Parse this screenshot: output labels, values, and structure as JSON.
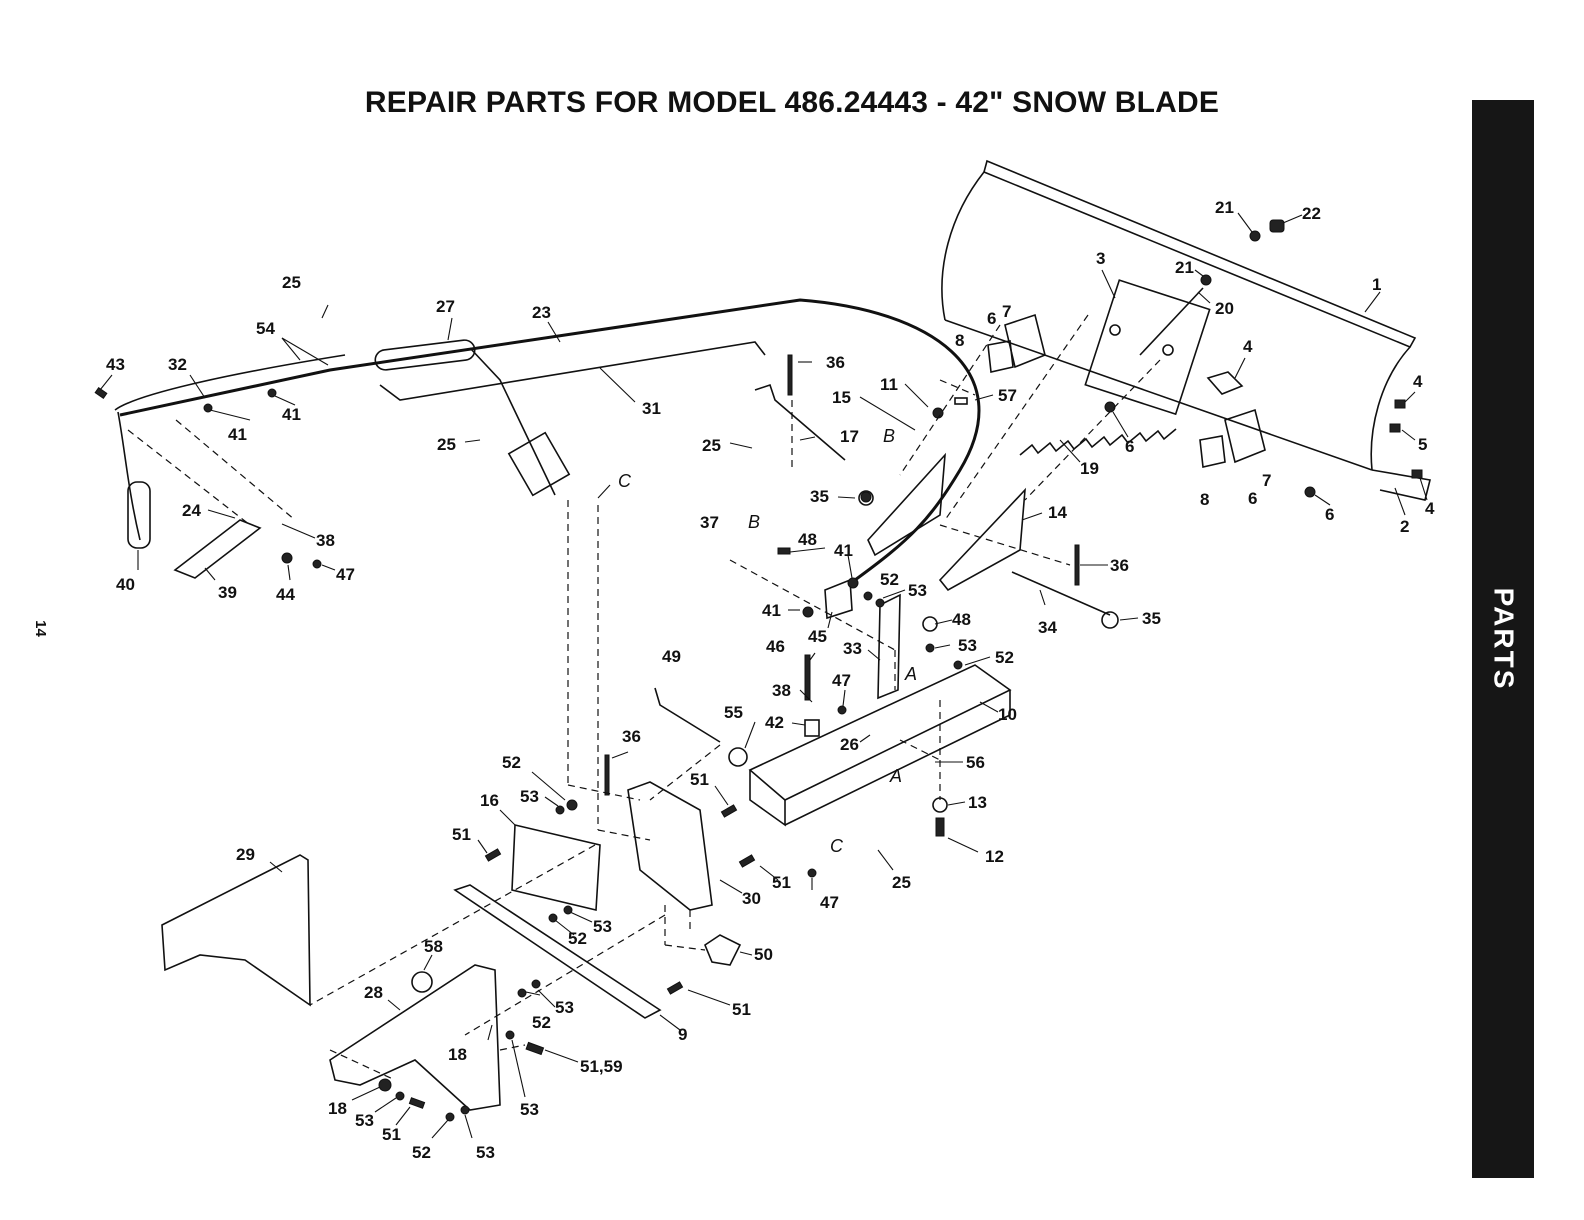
{
  "title": "REPAIR PARTS FOR MODEL 486.24443 - 42\" SNOW BLADE",
  "side_tab": "PARTS",
  "page_number": "14",
  "part_labels": [
    "1",
    "2",
    "3",
    "4",
    "5",
    "6",
    "7",
    "8",
    "9",
    "10",
    "11",
    "12",
    "13",
    "14",
    "15",
    "16",
    "17",
    "18",
    "19",
    "20",
    "21",
    "22",
    "23",
    "24",
    "25",
    "26",
    "27",
    "28",
    "29",
    "30",
    "31",
    "32",
    "33",
    "34",
    "35",
    "36",
    "37",
    "38",
    "39",
    "40",
    "41",
    "42",
    "43",
    "44",
    "45",
    "46",
    "47",
    "48",
    "49",
    "50",
    "51",
    "51,59",
    "52",
    "53",
    "54",
    "55",
    "56",
    "57",
    "58"
  ],
  "reference_letters": [
    "A",
    "B",
    "C"
  ]
}
